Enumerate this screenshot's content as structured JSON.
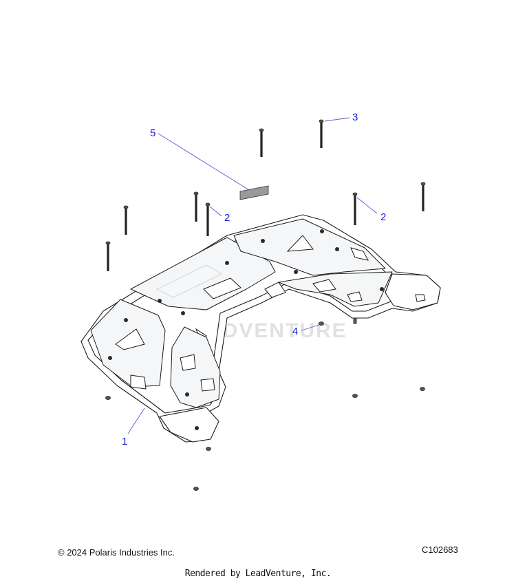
{
  "callouts": {
    "c1": "1",
    "c2a": "2",
    "c2b": "2",
    "c3": "3",
    "c4": "4",
    "c5": "5"
  },
  "watermark": "ADVENTURE",
  "footer": {
    "copyright": "© 2024 Polaris Industries Inc.",
    "diagram_id": "C102683",
    "render_credit": "Rendered by LeadVenture, Inc."
  },
  "colors": {
    "callout": "#1a1adb",
    "line_art": "#1a1a1a"
  }
}
